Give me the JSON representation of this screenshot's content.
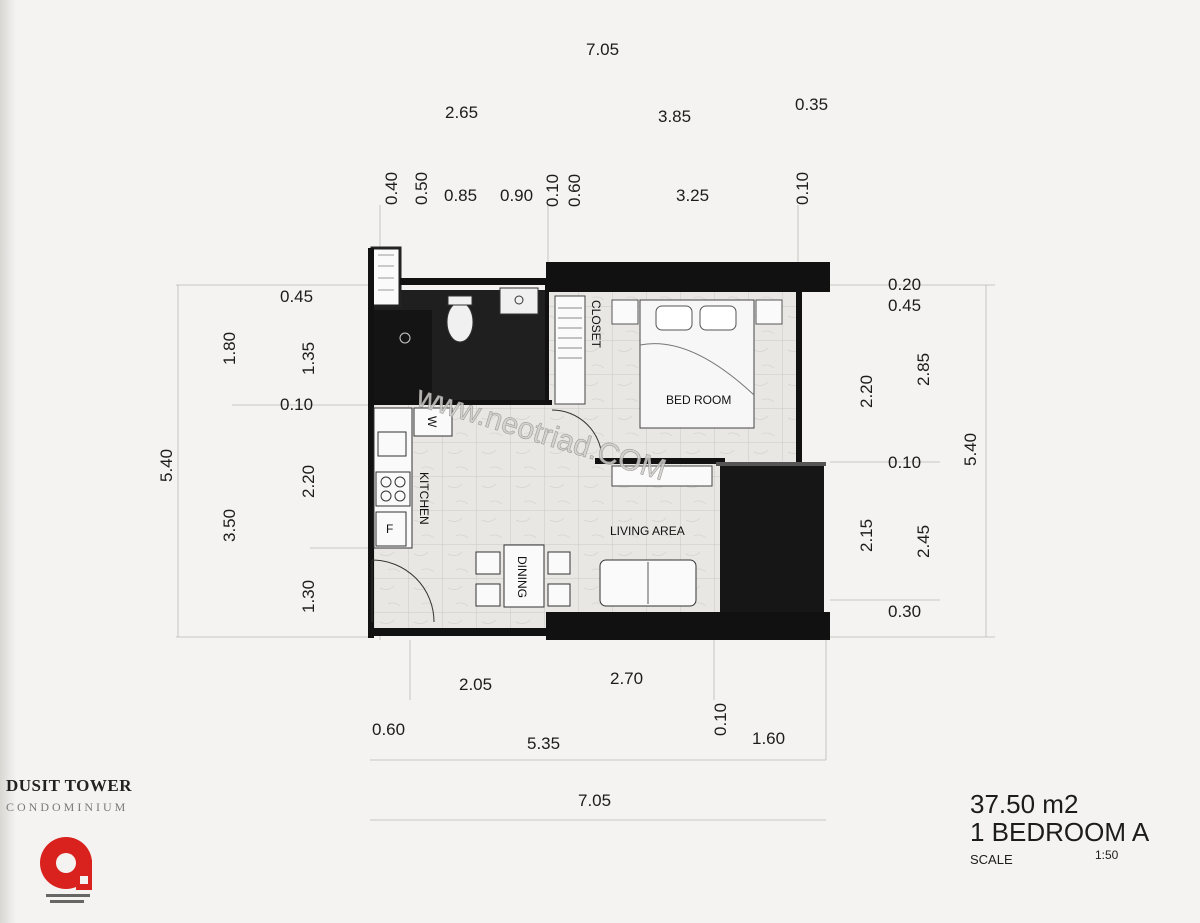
{
  "project": {
    "name": "DUSIT TOWER",
    "subtitle": "CONDOMINIUM"
  },
  "unit": {
    "area": "37.50 m2",
    "type": "1 BEDROOM A",
    "scale_label": "SCALE",
    "scale_value": "1:50"
  },
  "rooms": {
    "bedroom": "BED ROOM",
    "closet": "CLOSET",
    "kitchen": "KITCHEN",
    "dining": "DINING",
    "living": "LIVING AREA",
    "washer": "W",
    "fridge": "F"
  },
  "watermark": "www.neotriad.COM",
  "dimensions": {
    "top_total": "7.05",
    "top_a": "2.65",
    "top_b": "3.85",
    "top_c": "0.35",
    "top_d1": "0.40",
    "top_d2": "0.50",
    "top_d3": "0.85",
    "top_d4": "0.90",
    "top_d5": "0.10",
    "top_d6": "0.60",
    "top_d7": "3.25",
    "top_d8": "0.10",
    "left_total": "5.40",
    "left_a": "1.80",
    "left_b": "3.50",
    "left_c1": "0.45",
    "left_c2": "1.35",
    "left_c3": "0.10",
    "left_c4": "2.20",
    "left_c5": "1.30",
    "right_total": "5.40",
    "right_a1": "0.20",
    "right_a2": "0.45",
    "right_a3": "2.20",
    "right_a4": "0.10",
    "right_a5": "2.15",
    "right_a6": "0.30",
    "right_b1": "2.85",
    "right_b2": "2.45",
    "bottom_a": "2.05",
    "bottom_b": "2.70",
    "bottom_c": "0.60",
    "bottom_d": "5.35",
    "bottom_e": "0.10",
    "bottom_f": "1.60",
    "bottom_total": "7.05"
  },
  "colors": {
    "wall": "#111111",
    "bathroom_floor": "#1e1e1e",
    "floor_tile": "#e7e6e3"
  }
}
